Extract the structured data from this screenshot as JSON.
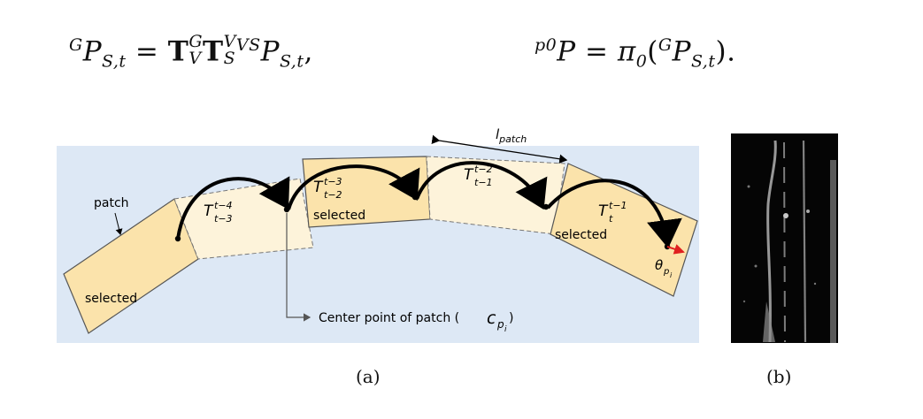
{
  "equations": {
    "eq1": {
      "lhs_pre_sup": "G",
      "lhs_symbol": "P",
      "lhs_sub": "S,t",
      "equals": "=",
      "t1_symbol": "T",
      "t1_sup": "G",
      "t1_sub": "V",
      "t2_symbol": "T",
      "t2_sup": "V",
      "t2_sub": "S",
      "rhs_pre_sup": "VS",
      "rhs_symbol": "P",
      "rhs_sub": "S,t",
      "trail": ","
    },
    "eq2": {
      "lhs_pre_sup": "p0",
      "lhs_symbol": "P",
      "equals": "=",
      "pi_symbol": "π",
      "pi_sub": "0",
      "open": "(",
      "inner_pre_sup": "G",
      "inner_symbol": "P",
      "inner_sub": "S,t",
      "close": ").",
      "trail": ""
    }
  },
  "figure_a": {
    "patch_label": "patch",
    "patch_length_label": "l",
    "patch_length_sub": "patch",
    "selected_labels": [
      "selected",
      "selected",
      "selected"
    ],
    "transforms": [
      {
        "base": "T",
        "sup": "t−4",
        "sub": "t−3"
      },
      {
        "base": "T",
        "sup": "t−3",
        "sub": "t−2"
      },
      {
        "base": "T",
        "sup": "t−2",
        "sub": "t−1"
      },
      {
        "base": "T",
        "sup": "t−1",
        "sub": "t"
      }
    ],
    "center_label": "Center point of patch (",
    "center_symbol": "c",
    "center_sub": "p",
    "center_subsub": "i",
    "center_close": ")",
    "theta_symbol": "θ",
    "theta_sub": "p",
    "theta_subsub": "i",
    "colors": {
      "background": "#dde8f5",
      "selected_fill": "#fbe3ab",
      "unselected_fill": "#fdf3da",
      "arrow": "#000000",
      "heading": "#e02020"
    }
  },
  "captions": {
    "a": "(a)",
    "b": "(b)"
  }
}
